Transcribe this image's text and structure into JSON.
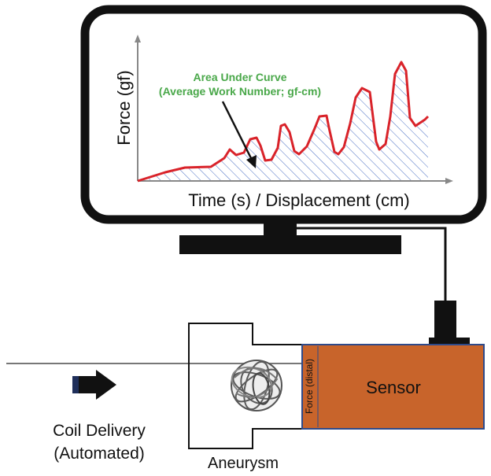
{
  "monitor": {
    "y_axis_label": "Force (gf)",
    "x_axis_label": "Time (s) / Displacement (cm)",
    "annotation_line1": "Area Under Curve",
    "annotation_line2": "(Average Work Number; gf-cm)"
  },
  "apparatus": {
    "sensor_label": "Sensor",
    "force_label": "Force (distal)",
    "aneurysm_label": "Aneurysm",
    "delivery_line1": "Coil Delivery",
    "delivery_line2": "(Automated)"
  },
  "colors": {
    "curve": "#d9232a",
    "annotation": "#4aa84a",
    "hatch": "#4a6fc4",
    "sensor_fill": "#c8642b",
    "sensor_border": "#2e4a8a",
    "monitor_frame": "#111111"
  }
}
